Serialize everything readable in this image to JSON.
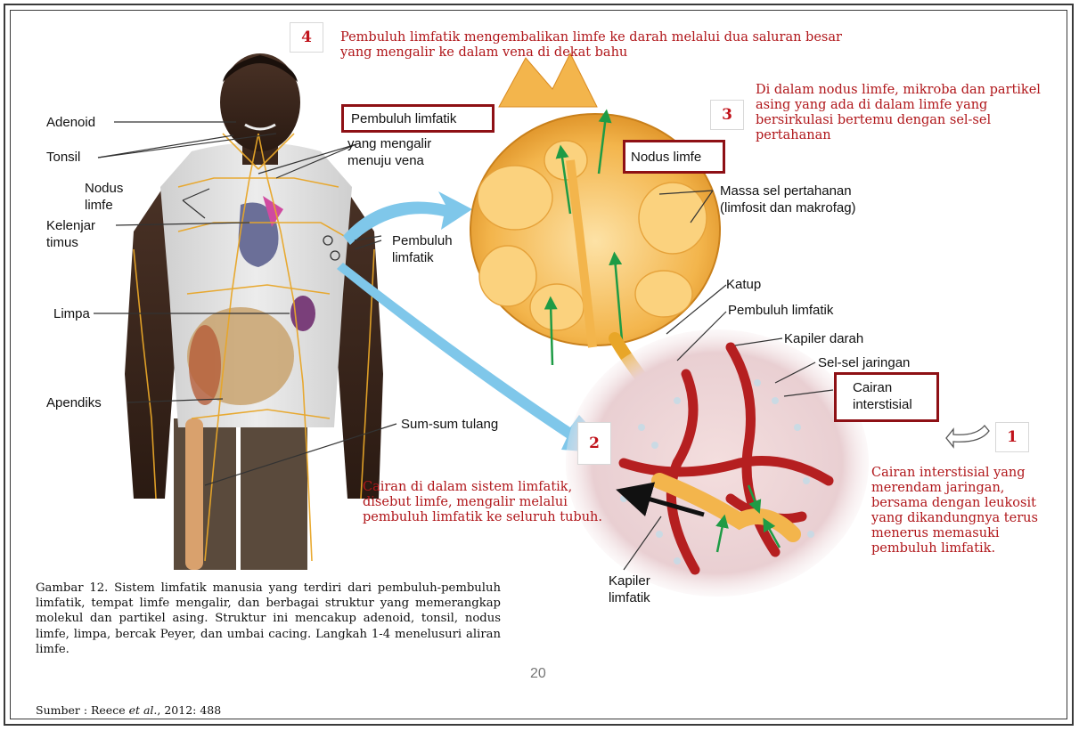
{
  "labels": {
    "adenoid": "Adenoid",
    "tonsil": "Tonsil",
    "nodus_line1": "Nodus",
    "nodus_line2": "limfe",
    "kelenjar_line1": "Kelenjar",
    "kelenjar_line2": "timus",
    "limpa": "Limpa",
    "apendiks": "Apendiks",
    "sumsum": "Sum-sum tulang",
    "pembuluh_body_line1": "Pembuluh",
    "pembuluh_body_line2": "limfatik",
    "pembuluh_boxed": "Pembuluh limfatik",
    "pembuluh_boxed_line2": "yang mengalir",
    "pembuluh_boxed_line3": "menuju vena",
    "nodus_boxed": "Nodus limfe",
    "massa_line1": "Massa sel pertahanan",
    "massa_line2": "(limfosit dan makrofag)",
    "katup": "Katup",
    "pembuluh_right": "Pembuluh limfatik",
    "kapiler_darah": "Kapiler darah",
    "sel_jaringan": "Sel-sel  jaringan",
    "cairan_line1": "Cairan",
    "cairan_line2": "interstisial",
    "kapiler_limfatik_line1": "Kapiler",
    "kapiler_limfatik_line2": "limfatik"
  },
  "steps": {
    "s1_num": "1",
    "s1_text": "Cairan interstisial yang merendam jaringan, bersama dengan leukosit yang dikandungnya terus menerus memasuki pembuluh limfatik.",
    "s2_num": "2",
    "s2_text": "Cairan di dalam sistem limfatik, disebut limfe, mengalir melalui pembuluh limfatik ke seluruh tubuh.",
    "s3_num": "3",
    "s3_text": "Di dalam nodus limfe, mikroba dan partikel asing yang ada di dalam limfe yang bersirkulasi bertemu dengan sel-sel pertahanan",
    "s4_num": "4",
    "s4_text": "Pembuluh limfatik mengembalikan limfe ke darah melalui dua saluran besar yang mengalir ke dalam vena di dekat bahu"
  },
  "caption": "Gambar 12. Sistem limfatik manusia yang terdiri dari pembuluh-pembuluh limfatik, tempat limfe mengalir, dan berbagai struktur yang memerangkap molekul dan partikel asing. Struktur ini mencakup adenoid, tonsil, nodus limfe, limpa, bercak Peyer, dan umbai cacing. Langkah 1-4 menelusuri aliran limfe.",
  "source_prefix": "Sumber : Reece ",
  "source_etal": "et al.",
  "source_suffix": ", 2012: 488",
  "page_number": "20",
  "colors": {
    "accent_red": "#b0161a",
    "box_border": "#8e1015",
    "lymph_yellow": "#e8a628",
    "arrow_blue": "#7fc7ea"
  }
}
